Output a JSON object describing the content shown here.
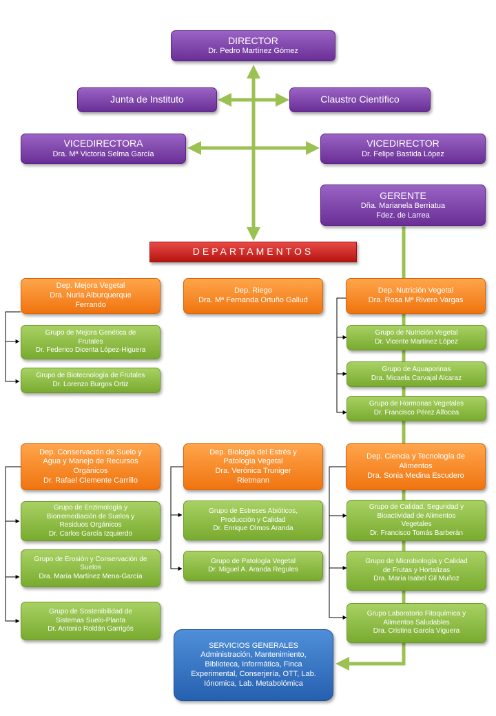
{
  "director": {
    "title": "DIRECTOR",
    "name": "Dr. Pedro Martínez Gómez"
  },
  "junta": "Junta de Instituto",
  "claustro": "Claustro Científico",
  "vicedirectora": {
    "title": "VICEDIRECTORA",
    "name": "Dra. Mª Victoria Selma García"
  },
  "vicedirector": {
    "title": "VICEDIRECTOR",
    "name": "Dr. Felipe Bastida López"
  },
  "gerente": {
    "title": "GERENTE",
    "name1": "Dña. Marianela Berriatua",
    "name2": "Fdez. de Larrea"
  },
  "departamentos": "DEPARTAMENTOS",
  "dep_mejora": {
    "l1": "Dep. Mejora Vegetal",
    "l2": "Dra. Nuria Alburquerque",
    "l3": "Ferrando"
  },
  "dep_riego": {
    "l1": "Dep. Riego",
    "l2": "Dra. Mª Fernanda Ortuño Gallud"
  },
  "dep_nutricion": {
    "l1": "Dep. Nutrición Vegetal",
    "l2": "Dra. Rosa Mª Rivero Vargas"
  },
  "g_mejora_genetica": {
    "l1": "Grupo de Mejora Genética de",
    "l2": "Frutales",
    "l3": "Dr. Federico Dicenta López-Higuera"
  },
  "g_biotec": {
    "l1": "Grupo de Biotecnología de Frutales",
    "l2": "Dr. Lorenzo Burgos Ortiz"
  },
  "g_nutricion": {
    "l1": "Grupo de Nutrición Vegetal",
    "l2": "Dr. Vicente Martínez López"
  },
  "g_aquaporinas": {
    "l1": "Grupo de Aquaporinas",
    "l2": "Dra. Micaela Carvajal Alcaraz"
  },
  "g_hormonas": {
    "l1": "Grupo de Hormonas Vegetales",
    "l2": "Dr. Francisco Pérez Alfocea"
  },
  "dep_conservacion": {
    "l1": "Dep. Conservación de Suelo y",
    "l2": "Agua y Manejo de Recursos",
    "l3": "Orgánicos",
    "l4": "Dr. Rafael Clemente Carrillo"
  },
  "dep_biologia": {
    "l1": "Dep. Biología del Estrés y",
    "l2": "Patología Vegetal",
    "l3": "Dra. Verónica Truniger",
    "l4": "Rietmann"
  },
  "dep_ciencia": {
    "l1": "Dep. Ciencia y Tecnología de",
    "l2": "Alimentos",
    "l3": "Dra. Sonia Medina Escudero"
  },
  "g_enzimologia": {
    "l1": "Grupo de Enzimología y",
    "l2": "Biorremediación de Suelos y",
    "l3": "Residuos Orgánicos",
    "l4": "Dr. Carlos García Izquierdo"
  },
  "g_erosion": {
    "l1": "Grupo de Erosión y Conservación de",
    "l2": "Suelos",
    "l3": "Dra. María Martínez Mena-García"
  },
  "g_sostenibilidad": {
    "l1": "Grupo de Sostenibilidad de",
    "l2": "Sistemas Suelo-Planta",
    "l3": "Dr. Antonio Roldán Garrigós"
  },
  "g_estreses": {
    "l1": "Grupo de Estreses Abióticos,",
    "l2": "Producción y Calidad",
    "l3": "Dr. Enrique Olmos Aranda"
  },
  "g_patologia": {
    "l1": "Grupo de Patología Vegetal",
    "l2": "Dr. Miguel A. Aranda Regules"
  },
  "g_calidad": {
    "l1": "Grupo de Calidad, Seguridad y",
    "l2": "Bioactividad de Alimentos",
    "l3": "Vegetales",
    "l4": "Dr. Francisco Tomás Barberán"
  },
  "g_microbiologia": {
    "l1": "Grupo de Microbiología y Calidad",
    "l2": "de Frutas y Hortalizas",
    "l3": "Dra. María Isabel Gil Muñoz"
  },
  "g_fitoquimica": {
    "l1": "Grupo Laboratorio Fitoquímica y",
    "l2": "Alimentos Saludables",
    "l3": "Dra. Cristina García Viguera"
  },
  "servicios": {
    "l1": "SERVICIOS GENERALES",
    "l2": "Administración, Mantenimiento,",
    "l3": "Biblioteca, Informática, Finca",
    "l4": "Experimental, Conserjería, OTT, Lab.",
    "l5": "Iónomica, Lab. Metabolómica"
  },
  "colors": {
    "purple": "#7a3fa8",
    "orange": "#f58a26",
    "green": "#8dbd45",
    "blue": "#2f6cc0",
    "red": "#c8201c",
    "connector": "#9ac152"
  }
}
